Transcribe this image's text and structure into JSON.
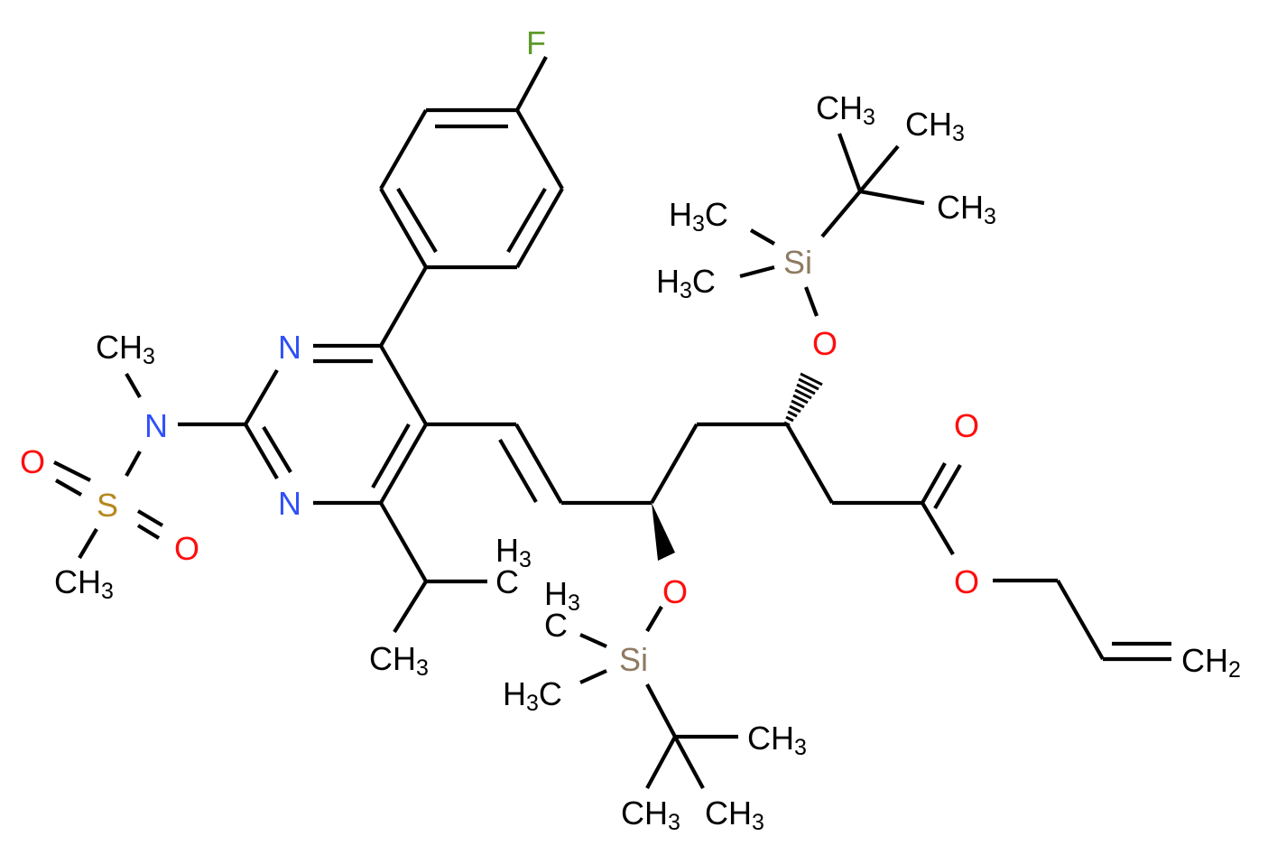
{
  "molecule": {
    "description": "Allyl ester of bis-TBS-protected rosuvastatin",
    "colors": {
      "carbon": "#000000",
      "nitrogen": "#3050F8",
      "oxygen": "#FF0D0D",
      "sulfur": "#B5891F",
      "silicon": "#8F7B62",
      "fluorine": "#5E9A2A"
    },
    "atoms": {
      "F": "F",
      "N_ring_top": "N",
      "N_ring_bottom": "N",
      "N_amine": "N",
      "S": "S",
      "O_sulfonyl_1": "O",
      "O_sulfonyl_2": "O",
      "Me_N": {
        "main": "CH",
        "sub": "3"
      },
      "Me_S": {
        "main": "CH",
        "sub": "3"
      },
      "iPr_Me_up": {
        "h": "H",
        "sub": "3",
        "c": "C"
      },
      "iPr_Me_down": {
        "main": "CH",
        "sub": "3"
      },
      "O_tbs_upper": "O",
      "Si_upper": "Si",
      "Si_upper_Me1": {
        "h": "H",
        "sub": "3",
        "c": "C"
      },
      "Si_upper_Me2": {
        "h": "H",
        "sub": "3",
        "c": "C"
      },
      "tBu_upper_Me1": {
        "main": "CH",
        "sub": "3"
      },
      "tBu_upper_Me2": {
        "main": "CH",
        "sub": "3"
      },
      "tBu_upper_Me3": {
        "main": "CH",
        "sub": "3"
      },
      "O_tbs_lower": "O",
      "Si_lower": "Si",
      "Si_lower_Me1": {
        "h": "H",
        "sub": "3",
        "c": "C"
      },
      "Si_lower_Me2": {
        "h": "H",
        "sub": "3",
        "c": "C"
      },
      "tBu_lower_Me1": {
        "main": "CH",
        "sub": "3"
      },
      "tBu_lower_Me2": {
        "main": "CH",
        "sub": "3"
      },
      "tBu_lower_Me3": {
        "main": "CH",
        "sub": "3"
      },
      "O_carbonyl": "O",
      "O_ester": "O",
      "CH2_terminal": {
        "main": "CH",
        "sub": "2"
      }
    }
  }
}
